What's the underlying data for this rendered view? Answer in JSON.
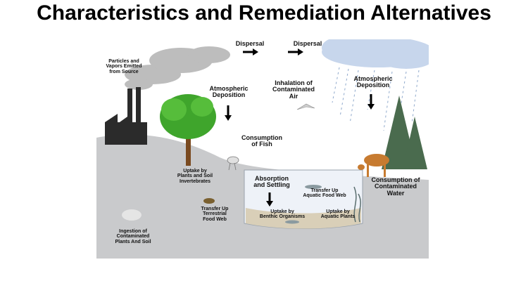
{
  "title": "Characteristics and Remediation Alternatives",
  "diagram": {
    "labels": {
      "particles": "Particles and\nVapors Emitted\nfrom Source",
      "dispersal_1": "Dispersal",
      "dispersal_2": "Dispersal",
      "atmo_dep_1": "Atmospheric\nDeposition",
      "inhalation": "Inhalation of\nContaminated\nAir",
      "atmo_dep_2": "Atmospheric\nDeposition",
      "consumption_fish": "Consumption\nof Fish",
      "uptake_plants_soil": "Uptake by\nPlants and Soil\nInvertebrates",
      "absorption": "Absorption\nand Settling",
      "transfer_aquatic": "Transfer Up\nAquatic Food Web",
      "consumption_water": "Consumption of\nContaminated\nWater",
      "transfer_terrestrial": "Transfer Up\nTerrestrial\nFood Web",
      "uptake_benthic": "Uptake by\nBenthic Organisms",
      "uptake_aquatic_plants": "Uptake by\nAquatic Plants",
      "ingestion": "Ingestion of\nContaminated\nPlants And Soil"
    },
    "colors": {
      "ground": "#c9cacc",
      "sky_cloud": "#c7d6ec",
      "smoke": "#bdbdbd",
      "factory": "#2b2b2b",
      "tree_green": "#3fa52c",
      "water": "#eef2f8",
      "pine": "#4a6b4e"
    }
  }
}
